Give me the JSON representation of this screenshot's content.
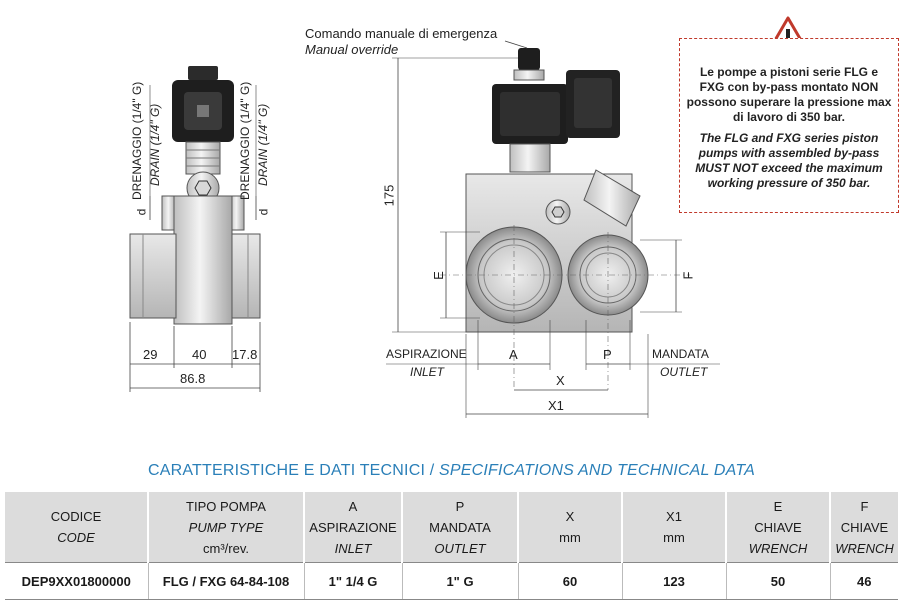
{
  "drawing": {
    "manual_override_it": "Comando manuale di emergenza",
    "manual_override_en": "Manual override",
    "drain_it": "DRENAGGIO (1/4\" G)",
    "drain_en": "DRAIN (1/4\" G)",
    "d_label": "d",
    "dim_29": "29",
    "dim_40": "40",
    "dim_178": "17.8",
    "dim_868": "86.8",
    "dim_175": "175",
    "label_e": "E",
    "label_f": "F",
    "label_a": "A",
    "label_p": "P",
    "label_x": "X",
    "label_x1": "X1",
    "inlet_it": "ASPIRAZIONE",
    "inlet_en": "INLET",
    "outlet_it": "MANDATA",
    "outlet_en": "OUTLET"
  },
  "warning": {
    "text_it": "Le pompe a pistoni serie FLG e FXG con by-pass montato NON possono superare la pressione max di lavoro di 350 bar.",
    "text_en": "The FLG and FXG series piston pumps with assembled by-pass MUST NOT exceed the maximum working pressure of 350 bar.",
    "icon": "warning-triangle-icon",
    "accent_color": "#c0392b"
  },
  "section": {
    "title_it": "CARATTERISTICHE E DATI TECNICI / ",
    "title_en": "SPECIFICATIONS AND TECHNICAL DATA",
    "title_color": "#2a7fb8"
  },
  "table": {
    "headers": [
      {
        "l1": "CODICE",
        "l2": "CODE",
        "l3": ""
      },
      {
        "l1": "TIPO POMPA",
        "l2": "PUMP TYPE",
        "l3": "cm³/rev."
      },
      {
        "l1": "A",
        "l2": "ASPIRAZIONE",
        "l3": "INLET"
      },
      {
        "l1": "P",
        "l2": "MANDATA",
        "l3": "OUTLET"
      },
      {
        "l1": "X",
        "l2": "mm",
        "l3": ""
      },
      {
        "l1": "X1",
        "l2": "mm",
        "l3": ""
      },
      {
        "l1": "E",
        "l2": "CHIAVE",
        "l3": "WRENCH"
      },
      {
        "l1": "F",
        "l2": "CHIAVE",
        "l3": "WRENCH"
      }
    ],
    "row": [
      "DEP9XX01800000",
      "FLG / FXG 64-84-108",
      "1\" 1/4 G",
      "1\" G",
      "60",
      "123",
      "50",
      "46"
    ]
  }
}
